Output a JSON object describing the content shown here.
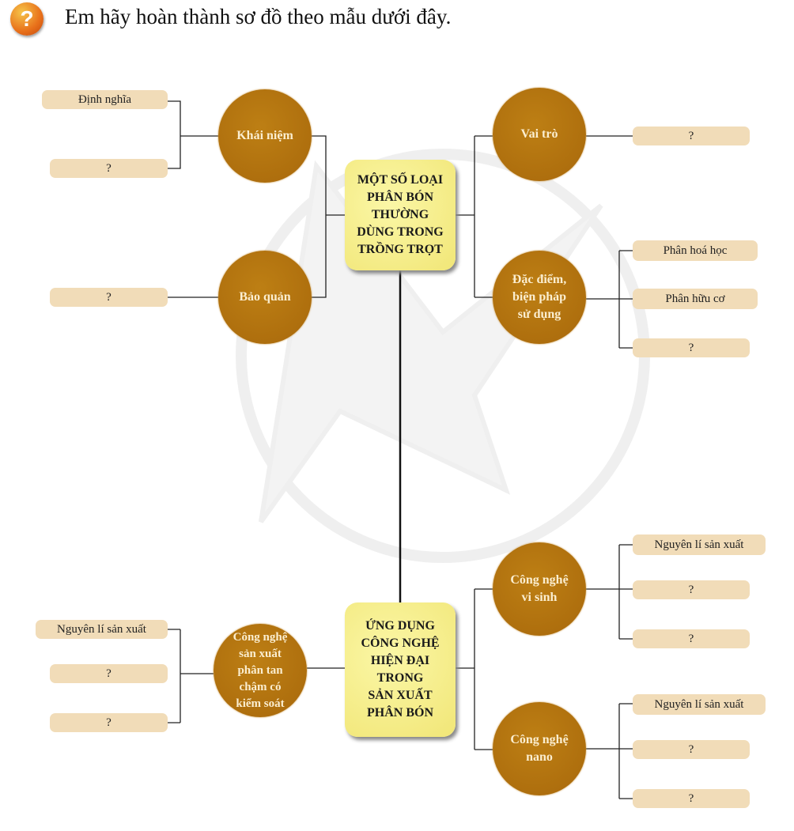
{
  "header": {
    "title": "Em hãy hoàn thành sơ đồ theo mẫu dưới đây.",
    "icon": "question-icon"
  },
  "colors": {
    "circle": "#b0720f",
    "pill": "#f1dcb8",
    "center_box": "#f6ee8a"
  },
  "top": {
    "center": "MỘT SỐ LOẠI\nPHÂN BÓN\nTHƯỜNG\nDÙNG TRONG\nTRỒNG TRỌT",
    "khai_niem": {
      "label": "Khái niệm",
      "items": [
        "Định nghĩa",
        "?"
      ]
    },
    "bao_quan": {
      "label": "Bảo quản",
      "items": [
        "?"
      ]
    },
    "vai_tro": {
      "label": "Vai trò",
      "items": [
        "?"
      ]
    },
    "dac_diem": {
      "label": "Đặc điểm,\nbiện pháp\nsử dụng",
      "items": [
        "Phân hoá học",
        "Phân hữu cơ",
        "?"
      ]
    }
  },
  "bottom": {
    "center": "ỨNG DỤNG\nCÔNG NGHỆ\nHIỆN ĐẠI\nTRONG\nSẢN XUẤT\nPHÂN BÓN",
    "tan_cham": {
      "label": "Công nghệ\nsản xuất\nphân tan\nchậm có\nkiểm soát",
      "items": [
        "Nguyên lí sản xuất",
        "?",
        "?"
      ]
    },
    "vi_sinh": {
      "label": "Công nghệ\nvi sinh",
      "items": [
        "Nguyên lí sản xuất",
        "?",
        "?"
      ]
    },
    "nano": {
      "label": "Công nghệ\nnano",
      "items": [
        "Nguyên lí sản xuất",
        "?",
        "?"
      ]
    }
  }
}
